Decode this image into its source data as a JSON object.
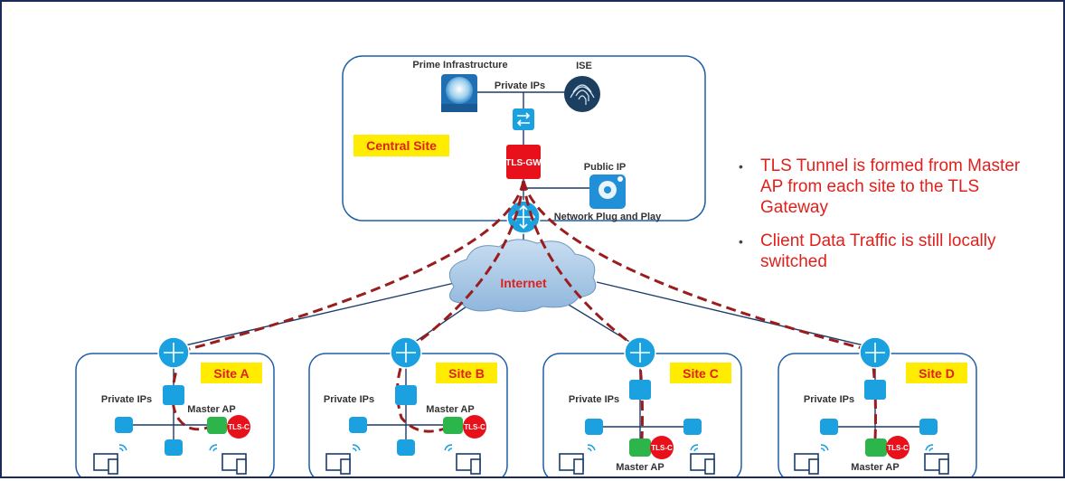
{
  "central": {
    "title": "Central Site",
    "prime_label": "Prime Infrastructure",
    "ise_label": "ISE",
    "private_ips": "Private IPs",
    "gateway": "TLS-GW",
    "public_ip": "Public IP",
    "pnp": "Network Plug and Play"
  },
  "internet": "Internet",
  "bullets": [
    "TLS Tunnel is formed from Master AP from each site to the TLS Gateway",
    "Client Data Traffic is still locally switched"
  ],
  "sites": [
    {
      "name": "Site A",
      "private_ips": "Private IPs",
      "master": "Master AP",
      "client": "TLS-C"
    },
    {
      "name": "Site B",
      "private_ips": "Private IPs",
      "master": "Master AP",
      "client": "TLS-C"
    },
    {
      "name": "Site C",
      "private_ips": "Private IPs",
      "master": "Master AP",
      "client": "TLS-C"
    },
    {
      "name": "Site D",
      "private_ips": "Private IPs",
      "master": "Master AP",
      "client": "TLS-C"
    }
  ],
  "colors": {
    "border": "#1f5fa8",
    "device": "#1ba0e0",
    "tunnel": "#9a1c1c",
    "gateway": "#e8101a",
    "highlight": "#ffec00",
    "master": "#2bb54a"
  }
}
